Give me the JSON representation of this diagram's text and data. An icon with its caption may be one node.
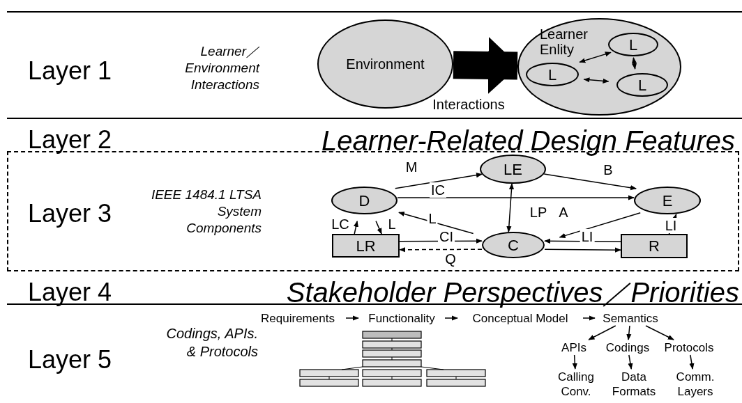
{
  "diagram": {
    "nodes": [
      {
        "text": [
          "Environment"
        ]
      },
      {
        "text": [
          "Learner Enlity"
        ]
      },
      {
        "text": [
          "L"
        ],
        "in": 1
      },
      {
        "text": [
          "L"
        ],
        "in": 1
      },
      {
        "text": [
          "L"
        ],
        "in": 1
      },
      {
        "text": [
          "LE"
        ]
      },
      {
        "text": [
          "D"
        ]
      },
      {
        "text": [
          "E"
        ]
      },
      {
        "text": [
          "LR"
        ]
      },
      {
        "text": [
          "C"
        ]
      },
      {
        "text": [
          "R"
        ]
      },
      {
        "text": [
          "Requirements"
        ]
      },
      {
        "text": [
          "Functionality"
        ]
      },
      {
        "text": [
          "Conceptual Model"
        ]
      },
      {
        "text": [
          "Semantics"
        ]
      },
      {
        "text": [
          "APIs"
        ]
      },
      {
        "text": [
          "Codings"
        ]
      },
      {
        "text": [
          "Protocols"
        ]
      },
      {
        "text": [
          "Calling Conv."
        ]
      },
      {
        "text": [
          "Data Formats"
        ]
      },
      {
        "text": [
          "Comm. Layers"
        ]
      }
    ],
    "edges": [
      {
        "from": 0,
        "to": 1,
        "arrow": "to",
        "label": "Interactions",
        "style": "thick"
      },
      {
        "from": 2,
        "to": 3,
        "arrow": "both"
      },
      {
        "from": 3,
        "to": 4,
        "arrow": "both"
      },
      {
        "from": 2,
        "to": 4,
        "arrow": "both"
      },
      {
        "from": 6,
        "to": 5,
        "arrow": "to",
        "label": "M"
      },
      {
        "from": 5,
        "to": 7,
        "arrow": "to",
        "label": "B"
      },
      {
        "from": 6,
        "to": 7,
        "arrow": "to",
        "label": "IC"
      },
      {
        "from": 9,
        "to": 6,
        "arrow": "to",
        "label": "L"
      },
      {
        "from": 9,
        "to": 5,
        "arrow": "both",
        "label": "LP"
      },
      {
        "from": 7,
        "to": 9,
        "arrow": "to",
        "label": "A"
      },
      {
        "from": 8,
        "to": 6,
        "arrow": "to",
        "label": "LC"
      },
      {
        "from": 6,
        "to": 8,
        "arrow": "to",
        "label": "L"
      },
      {
        "from": 8,
        "to": 9,
        "arrow": "to",
        "label": "CI"
      },
      {
        "from": 9,
        "to": 8,
        "arrow": "to",
        "label": "Q",
        "style": "dashed"
      },
      {
        "from": 10,
        "to": 9,
        "arrow": "to",
        "label": "LI"
      },
      {
        "from": 9,
        "to": 10,
        "arrow": "to"
      },
      {
        "from": 7,
        "to": 10,
        "arrow": "both",
        "label": "LI"
      },
      {
        "from": 11,
        "to": 12,
        "arrow": "to"
      },
      {
        "from": 12,
        "to": 13,
        "arrow": "to"
      },
      {
        "from": 13,
        "to": 14,
        "arrow": "to"
      },
      {
        "from": 14,
        "to": 15,
        "arrow": "to"
      },
      {
        "from": 14,
        "to": 16,
        "arrow": "to"
      },
      {
        "from": 14,
        "to": 17,
        "arrow": "to"
      },
      {
        "from": 15,
        "to": 18,
        "arrow": "to"
      },
      {
        "from": 16,
        "to": 19,
        "arrow": "to"
      },
      {
        "from": 17,
        "to": 20,
        "arrow": "to"
      }
    ],
    "labels": [
      "Layer 1",
      "Learner／ Environment Interactions",
      "Layer 2",
      "Learner-Related Design Features",
      "Layer 3",
      "IEEE 1484.1 LTSA System Components",
      "Layer 4",
      "Stakeholder Perspectives／Priorities",
      "Layer 5",
      "Codings, APIs. & Protocols"
    ]
  }
}
